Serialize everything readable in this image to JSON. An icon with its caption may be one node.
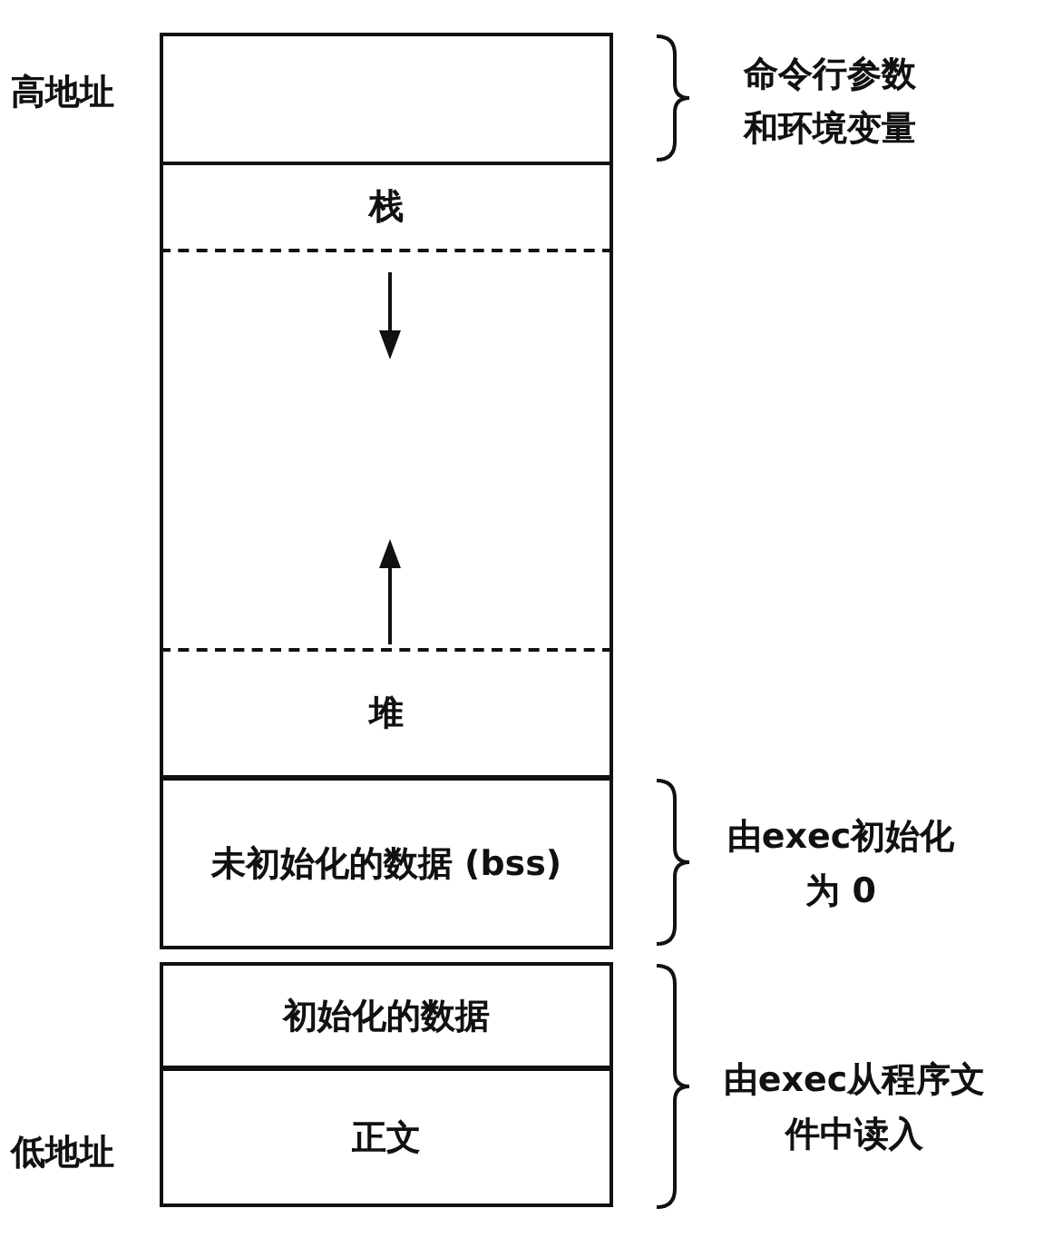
{
  "diagram": {
    "nodes": [
      {
        "text": [],
        "shape": "box"
      },
      {
        "text": [
          "栈"
        ]
      },
      {
        "text": [
          "堆"
        ]
      },
      {
        "text": [
          "未初始化的数据 (bss)"
        ]
      },
      {
        "text": [
          "初始化的数据"
        ]
      },
      {
        "text": [
          "正文"
        ]
      }
    ],
    "edges": [],
    "labels": [
      "高地址",
      "命令行参数和环境变量",
      "由exec初始化为 0",
      "由exec从程序文件中读入",
      "低地址"
    ]
  }
}
